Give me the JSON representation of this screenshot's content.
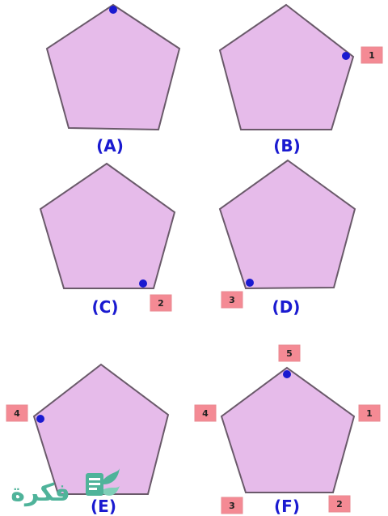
{
  "colors": {
    "pentagon_fill": "#e6bbea",
    "dot": "#1a1ad0",
    "caption": "#1a1ad0",
    "badge_fill": "#f48a94",
    "watermark": "#4fb39a"
  },
  "panels": [
    {
      "caption": "(A)",
      "badges": []
    },
    {
      "caption": "(B)",
      "badges": [
        "1"
      ]
    },
    {
      "caption": "(C)",
      "badges": [
        "2"
      ]
    },
    {
      "caption": "(D)",
      "badges": [
        "3"
      ]
    },
    {
      "caption": "(E)",
      "badges": [
        "4"
      ]
    },
    {
      "caption": "(F)",
      "badges": [
        "5",
        "1",
        "4",
        "3",
        "2"
      ]
    }
  ],
  "watermark": {
    "text": "فكرة",
    "icon": "leaf-document-icon"
  }
}
